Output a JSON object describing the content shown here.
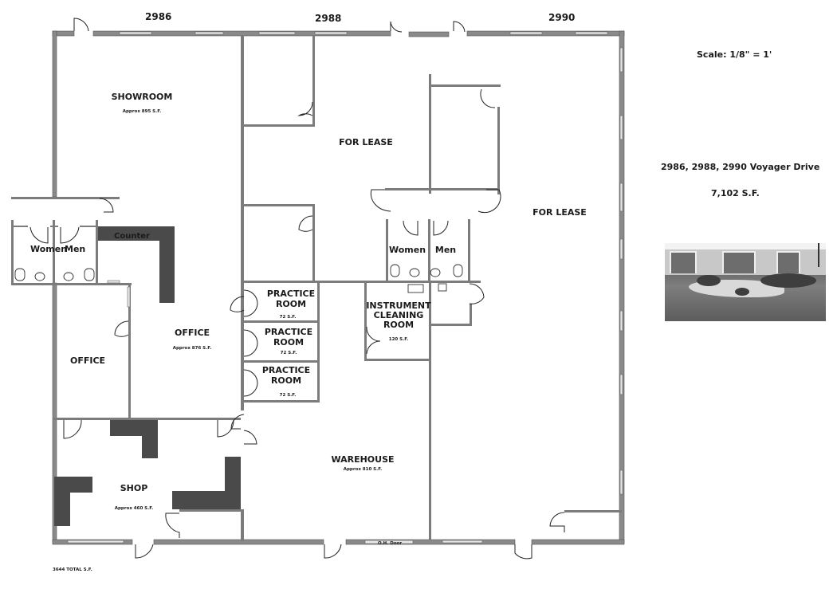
{
  "units": [
    {
      "id": "2986",
      "label": "2986"
    },
    {
      "id": "2988",
      "label": "2988"
    },
    {
      "id": "2990",
      "label": "2990"
    }
  ],
  "info": {
    "scale": "Scale:  1/8\" = 1'",
    "address": "2986, 2988, 2990 Voyager Drive",
    "total_area": "7,102 S.F.",
    "photo_alt": "building-exterior-photo"
  },
  "rooms": {
    "showroom": {
      "name": "SHOWROOM",
      "area": "Approx 895 S.F."
    },
    "office_main": {
      "name": "OFFICE",
      "area": "Approx 876 S.F."
    },
    "office_small": {
      "name": "OFFICE"
    },
    "shop": {
      "name": "SHOP",
      "area": "Approx 460 S.F."
    },
    "warehouse": {
      "name": "WAREHOUSE",
      "area": "Approx 810 S.F."
    },
    "for_lease_2988": {
      "name": "FOR LEASE"
    },
    "for_lease_2990": {
      "name": "FOR LEASE"
    },
    "practice_rooms": [
      {
        "line1": "PRACTICE",
        "line2": "ROOM",
        "area": "72 S.F."
      },
      {
        "line1": "PRACTICE",
        "line2": "ROOM",
        "area": "72 S.F."
      },
      {
        "line1": "PRACTICE",
        "line2": "ROOM",
        "area": "72 S.F."
      }
    ],
    "instrument_cleaning": {
      "line1": "INSTRUMENT",
      "line2": "CLEANING",
      "line3": "ROOM",
      "area": "120 S.F."
    },
    "restrooms_2986": {
      "women": "Women",
      "men": "Men"
    },
    "restrooms_2988": {
      "women": "Women",
      "men": "Men"
    }
  },
  "labels": {
    "counter": "Counter",
    "oh_door": "O.H. Door",
    "footer_total": "3644 TOTAL S.F."
  }
}
